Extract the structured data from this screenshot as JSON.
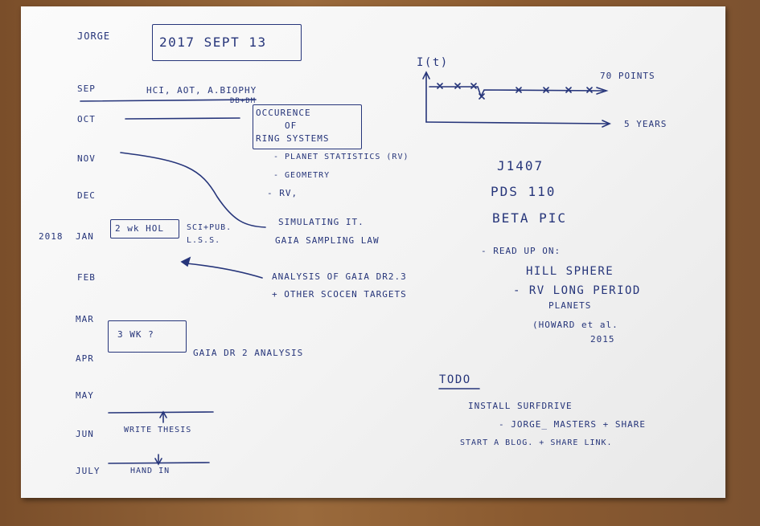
{
  "header": {
    "author": "JORGE",
    "date": "2017 SEPT 13"
  },
  "timeline": {
    "months": [
      "SEP",
      "OCT",
      "NOV",
      "DEC",
      "JAN",
      "FEB",
      "MAR",
      "APR",
      "MAY",
      "JUN",
      "JULY"
    ],
    "year_label": "2018",
    "sep_note": "HCI, AOT, A.BIOPHY",
    "sep_note_sub": "DB+DM",
    "jan_box": "2 wk HOL",
    "jan_note_1": "SCI+PUB.",
    "jan_note_2": "L.S.S.",
    "mar_box": "3 WK ?",
    "apr_note": "GAIA DR 2 ANALYSIS",
    "jun_note": "WRITE THESIS",
    "july_note": "HAND IN"
  },
  "topics": {
    "box_lines": [
      "OCCURENCE",
      "OF",
      "RING SYSTEMS"
    ],
    "items": [
      "- PLANET STATISTICS (RV)",
      "- GEOMETRY",
      "- RV,"
    ],
    "simulating": "SIMULATING IT.",
    "gaia_law": "GAIA SAMPLING LAW",
    "analysis_1": "ANALYSIS OF GAIA DR2.3",
    "analysis_2": "+ OTHER SCOCEN TARGETS"
  },
  "graph": {
    "ylabel": "I(t)",
    "points_label": "70 POINTS",
    "years_label": "5 YEARS"
  },
  "targets": [
    "J1407",
    "PDS 110",
    "BETA PIC"
  ],
  "read_up": {
    "heading": "- READ UP ON:",
    "item_1": "HILL SPHERE",
    "item_2": "- RV LONG PERIOD",
    "item_2b": "PLANETS",
    "citation": "(HOWARD et al.",
    "citation_year": "2015"
  },
  "todo": {
    "heading": "TODO",
    "line_1": "INSTALL SURFDRIVE",
    "line_2": "- JORGE_ MASTERS + SHARE",
    "line_3": "START A BLOG. + SHARE LINK."
  },
  "colors": {
    "ink": "#26357a",
    "paper": "#f4f4f4",
    "table": "#8a5a30"
  }
}
